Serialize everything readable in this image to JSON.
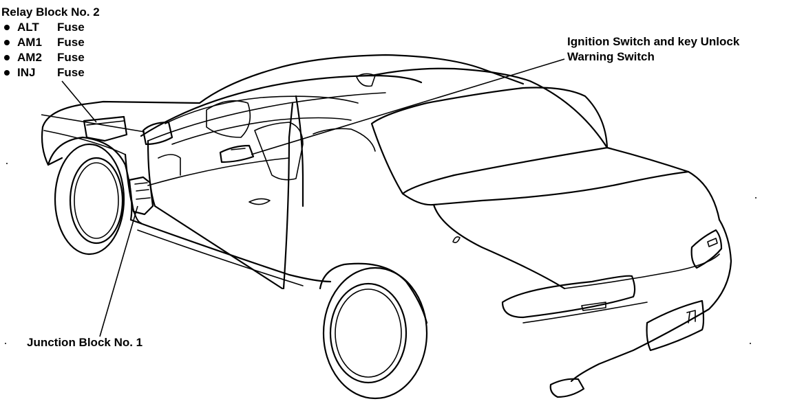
{
  "labels": {
    "relay_block": {
      "title": "Relay Block No. 2",
      "fuses": [
        {
          "name": "ALT",
          "type": "Fuse"
        },
        {
          "name": "AM1",
          "type": "Fuse"
        },
        {
          "name": "AM2",
          "type": "Fuse"
        },
        {
          "name": "INJ",
          "type": "Fuse"
        }
      ]
    },
    "ignition_switch": {
      "line1": "Ignition Switch and key Unlock",
      "line2": "Warning Switch"
    },
    "junction_block": "Junction Block No. 1"
  },
  "colors": {
    "line": "#000000",
    "background": "#ffffff"
  }
}
